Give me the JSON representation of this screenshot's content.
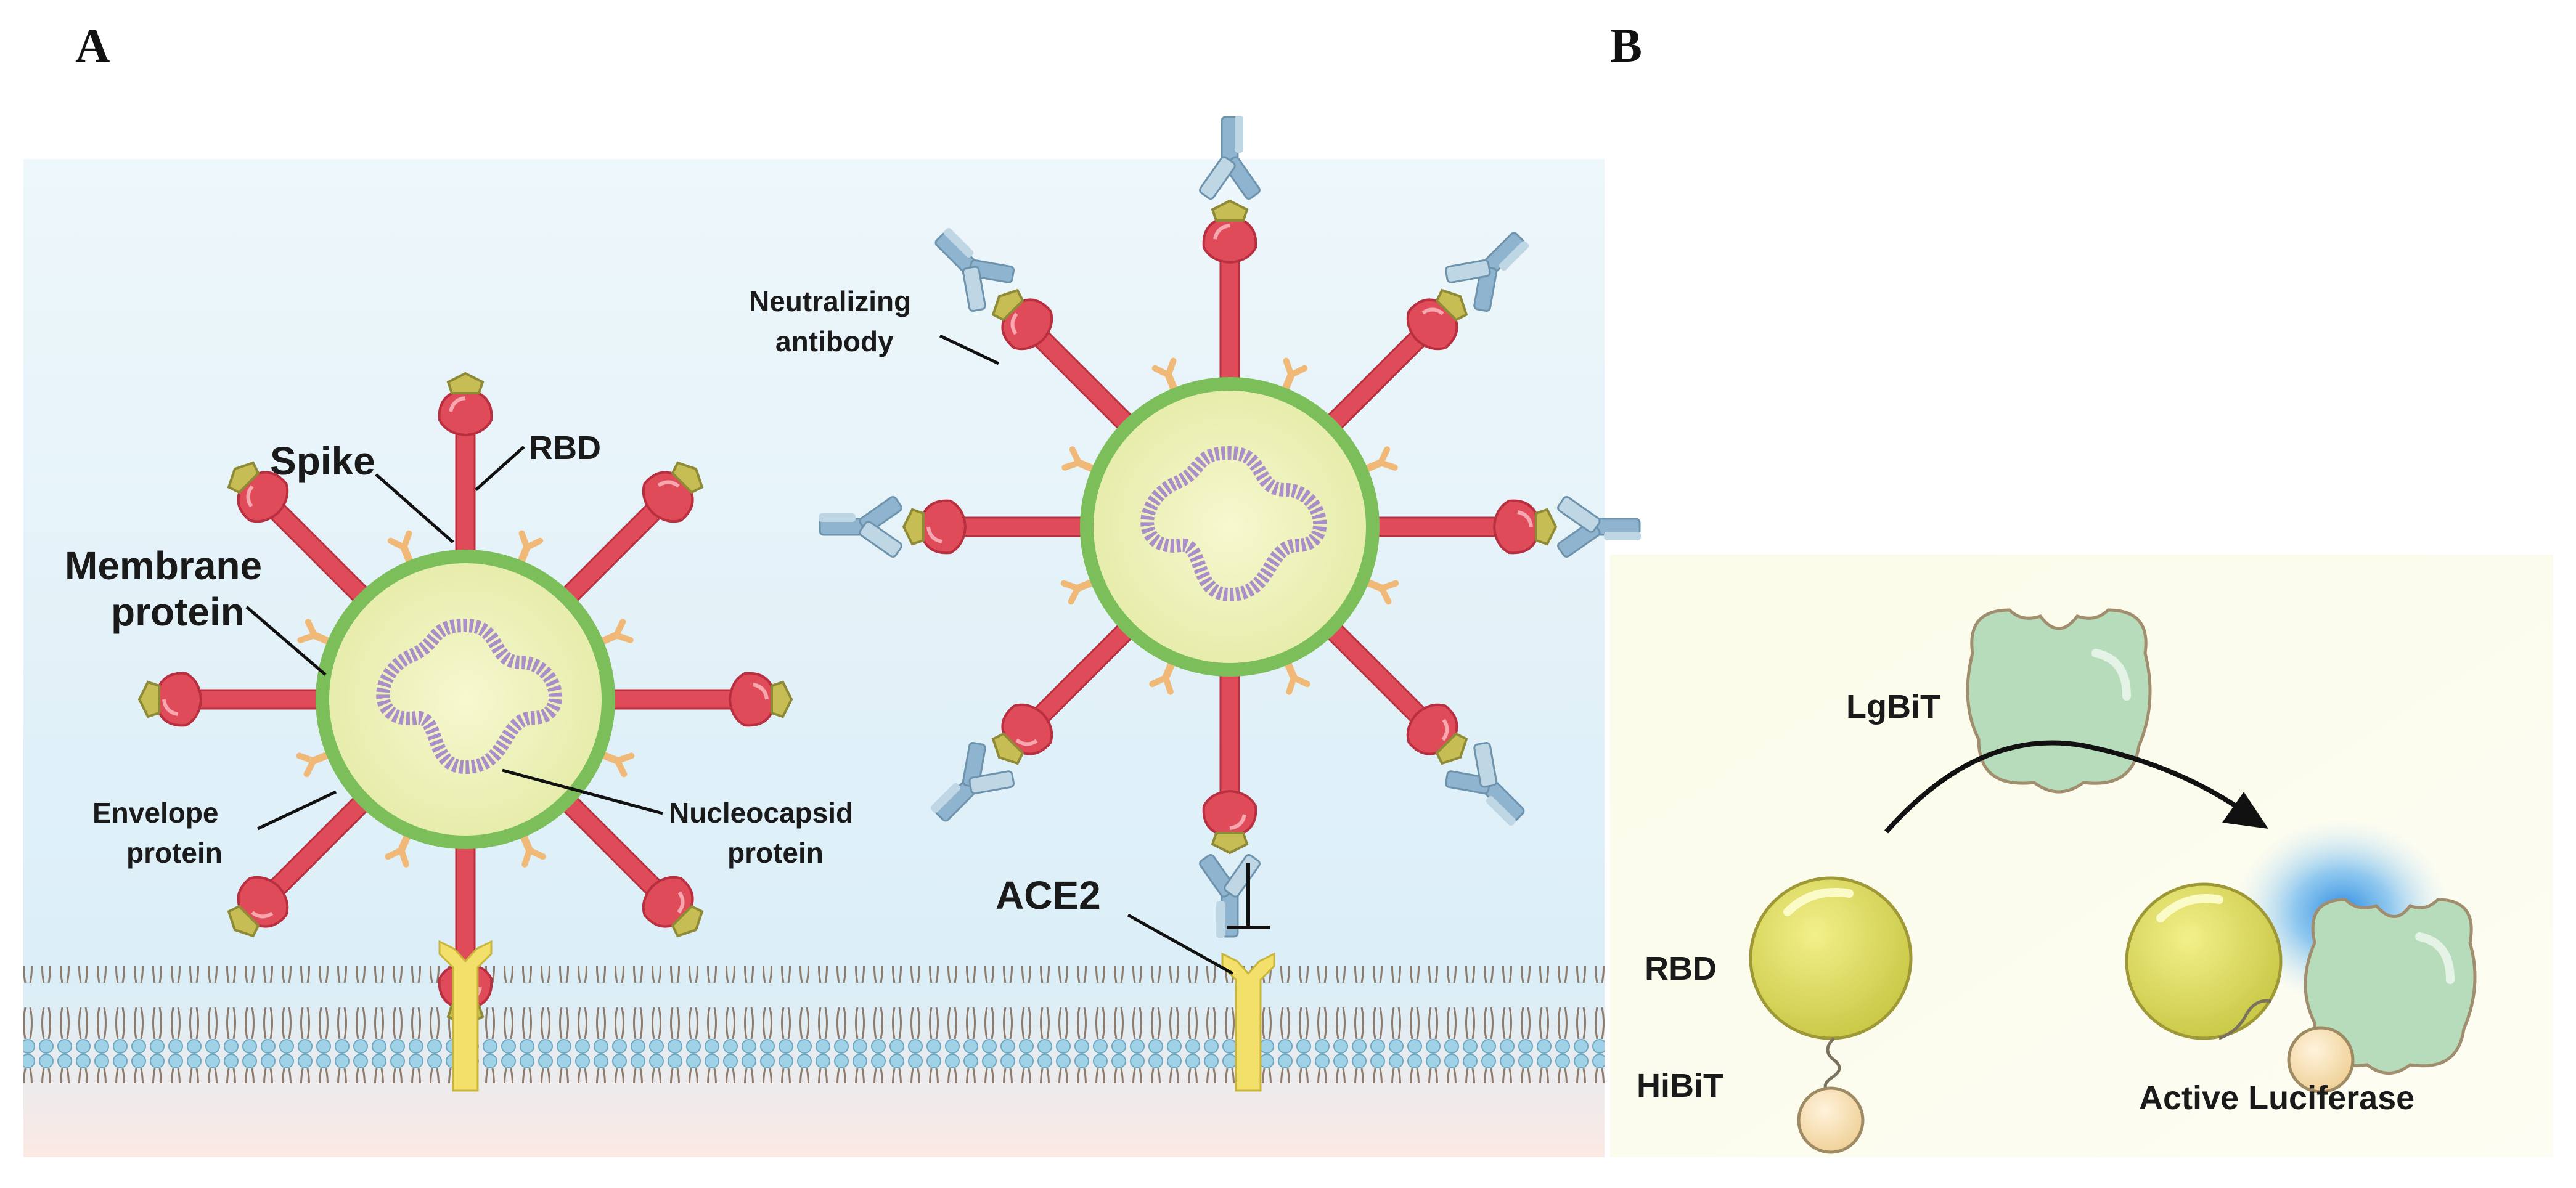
{
  "panels": {
    "a": {
      "letter": "A"
    },
    "b": {
      "letter": "B"
    }
  },
  "labels": {
    "rbd": "RBD",
    "spike": "Spike",
    "membrane_protein_1": "Membrane",
    "membrane_protein_2": "protein",
    "envelope_protein_1": "Envelope",
    "envelope_protein_2": "protein",
    "nucleocapsid_protein_1": "Nucleocapsid",
    "nucleocapsid_protein_2": "protein",
    "neutralizing_antibody_1": "Neutralizing",
    "neutralizing_antibody_2": "antibody",
    "ace2": "ACE2",
    "lgbit": "LgBiT",
    "rbd_b": "RBD",
    "hibit": "HiBiT",
    "active_luciferase": "Active Luciferase"
  },
  "colors": {
    "spike": "#e04b5a",
    "spike_dark": "#b82f40",
    "rbd": "#c7bd55",
    "envelope": "#7cbf5a",
    "virus_core": "#eef2b7",
    "rna": "#a98ec9",
    "membrane_protein": "#f0b978",
    "antibody": "#8fb4cf",
    "ace2": "#f2e06b",
    "lipid_head": "#9fd2e6",
    "lgbit": "#b7dcbc",
    "rbd_ball": "#dedc62",
    "hibit": "#f4d9a9",
    "luminescence": "#2a8de0"
  }
}
